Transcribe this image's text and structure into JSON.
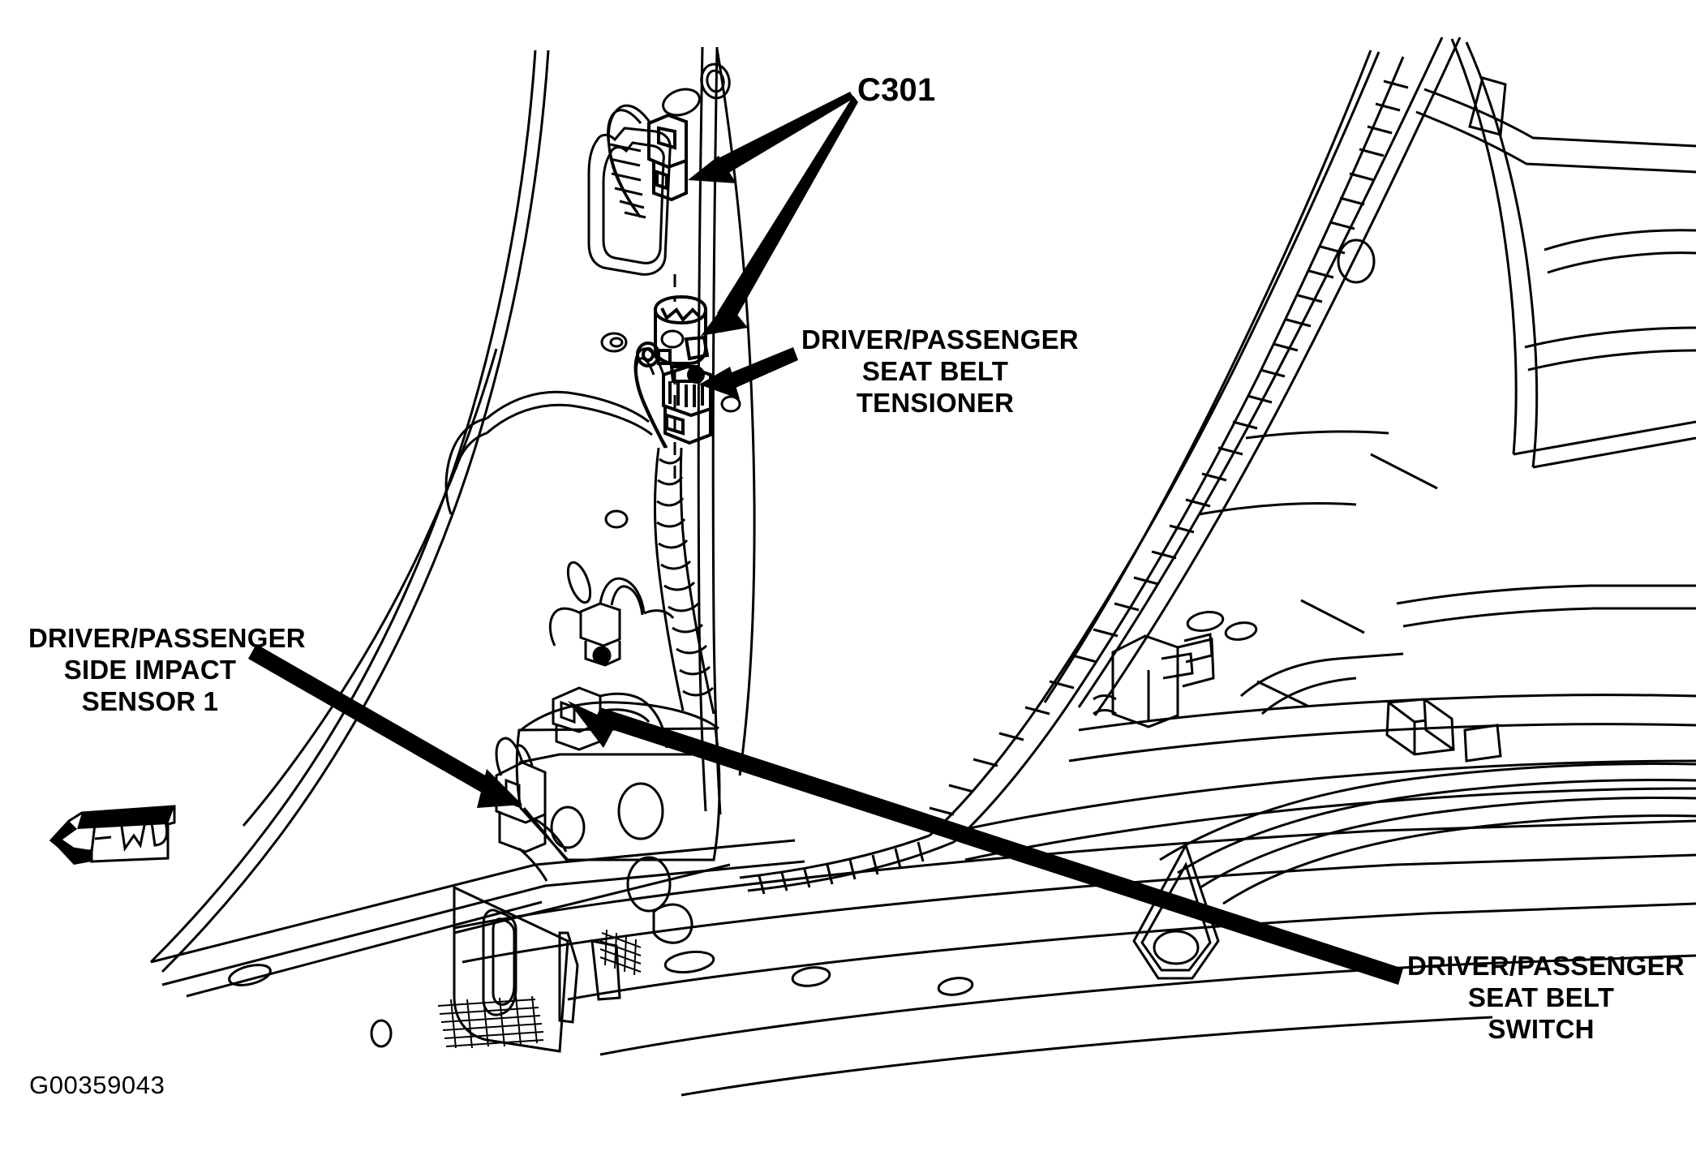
{
  "figure": {
    "kind": "automotive-service-line-diagram",
    "subject": "Vehicle B-pillar and door sill — seat belt and side impact restraint component locations",
    "figure_code": "G00359043",
    "orientation_marker": {
      "label": "FWD",
      "icon": "fwd-arrow-icon",
      "direction": "left"
    },
    "background_color": "#ffffff",
    "line_color": "#000000"
  },
  "callouts": [
    {
      "id": "c301",
      "text": "C301",
      "lines": [
        "C301"
      ],
      "align": "left",
      "arrow_count": 2,
      "points_to": [
        "upper body-side connector in access hole",
        "lower in-line connector on pillar"
      ]
    },
    {
      "id": "tensioner",
      "text": "DRIVER/PASSENGER SEAT BELT TENSIONER",
      "lines": [
        "DRIVER/PASSENGER",
        "SEAT BELT",
        "TENSIONER"
      ],
      "align": "center",
      "arrow_count": 1,
      "points_to": [
        "seat belt tensioner connector on B-pillar"
      ]
    },
    {
      "id": "side_impact_sensor",
      "text": "DRIVER/PASSENGER SIDE IMPACT SENSOR 1",
      "lines": [
        "DRIVER/PASSENGER",
        "SIDE IMPACT",
        "SENSOR 1"
      ],
      "align": "center",
      "arrow_count": 1,
      "points_to": [
        "side impact sensor mounted at base of B-pillar"
      ]
    },
    {
      "id": "seat_belt_switch",
      "text": "DRIVER/PASSENGER SEAT BELT SWITCH",
      "lines": [
        "DRIVER/PASSENGER",
        "SEAT BELT",
        "SWITCH"
      ],
      "align": "center",
      "arrow_count": 1,
      "points_to": [
        "seat belt switch connector at sill"
      ]
    }
  ]
}
